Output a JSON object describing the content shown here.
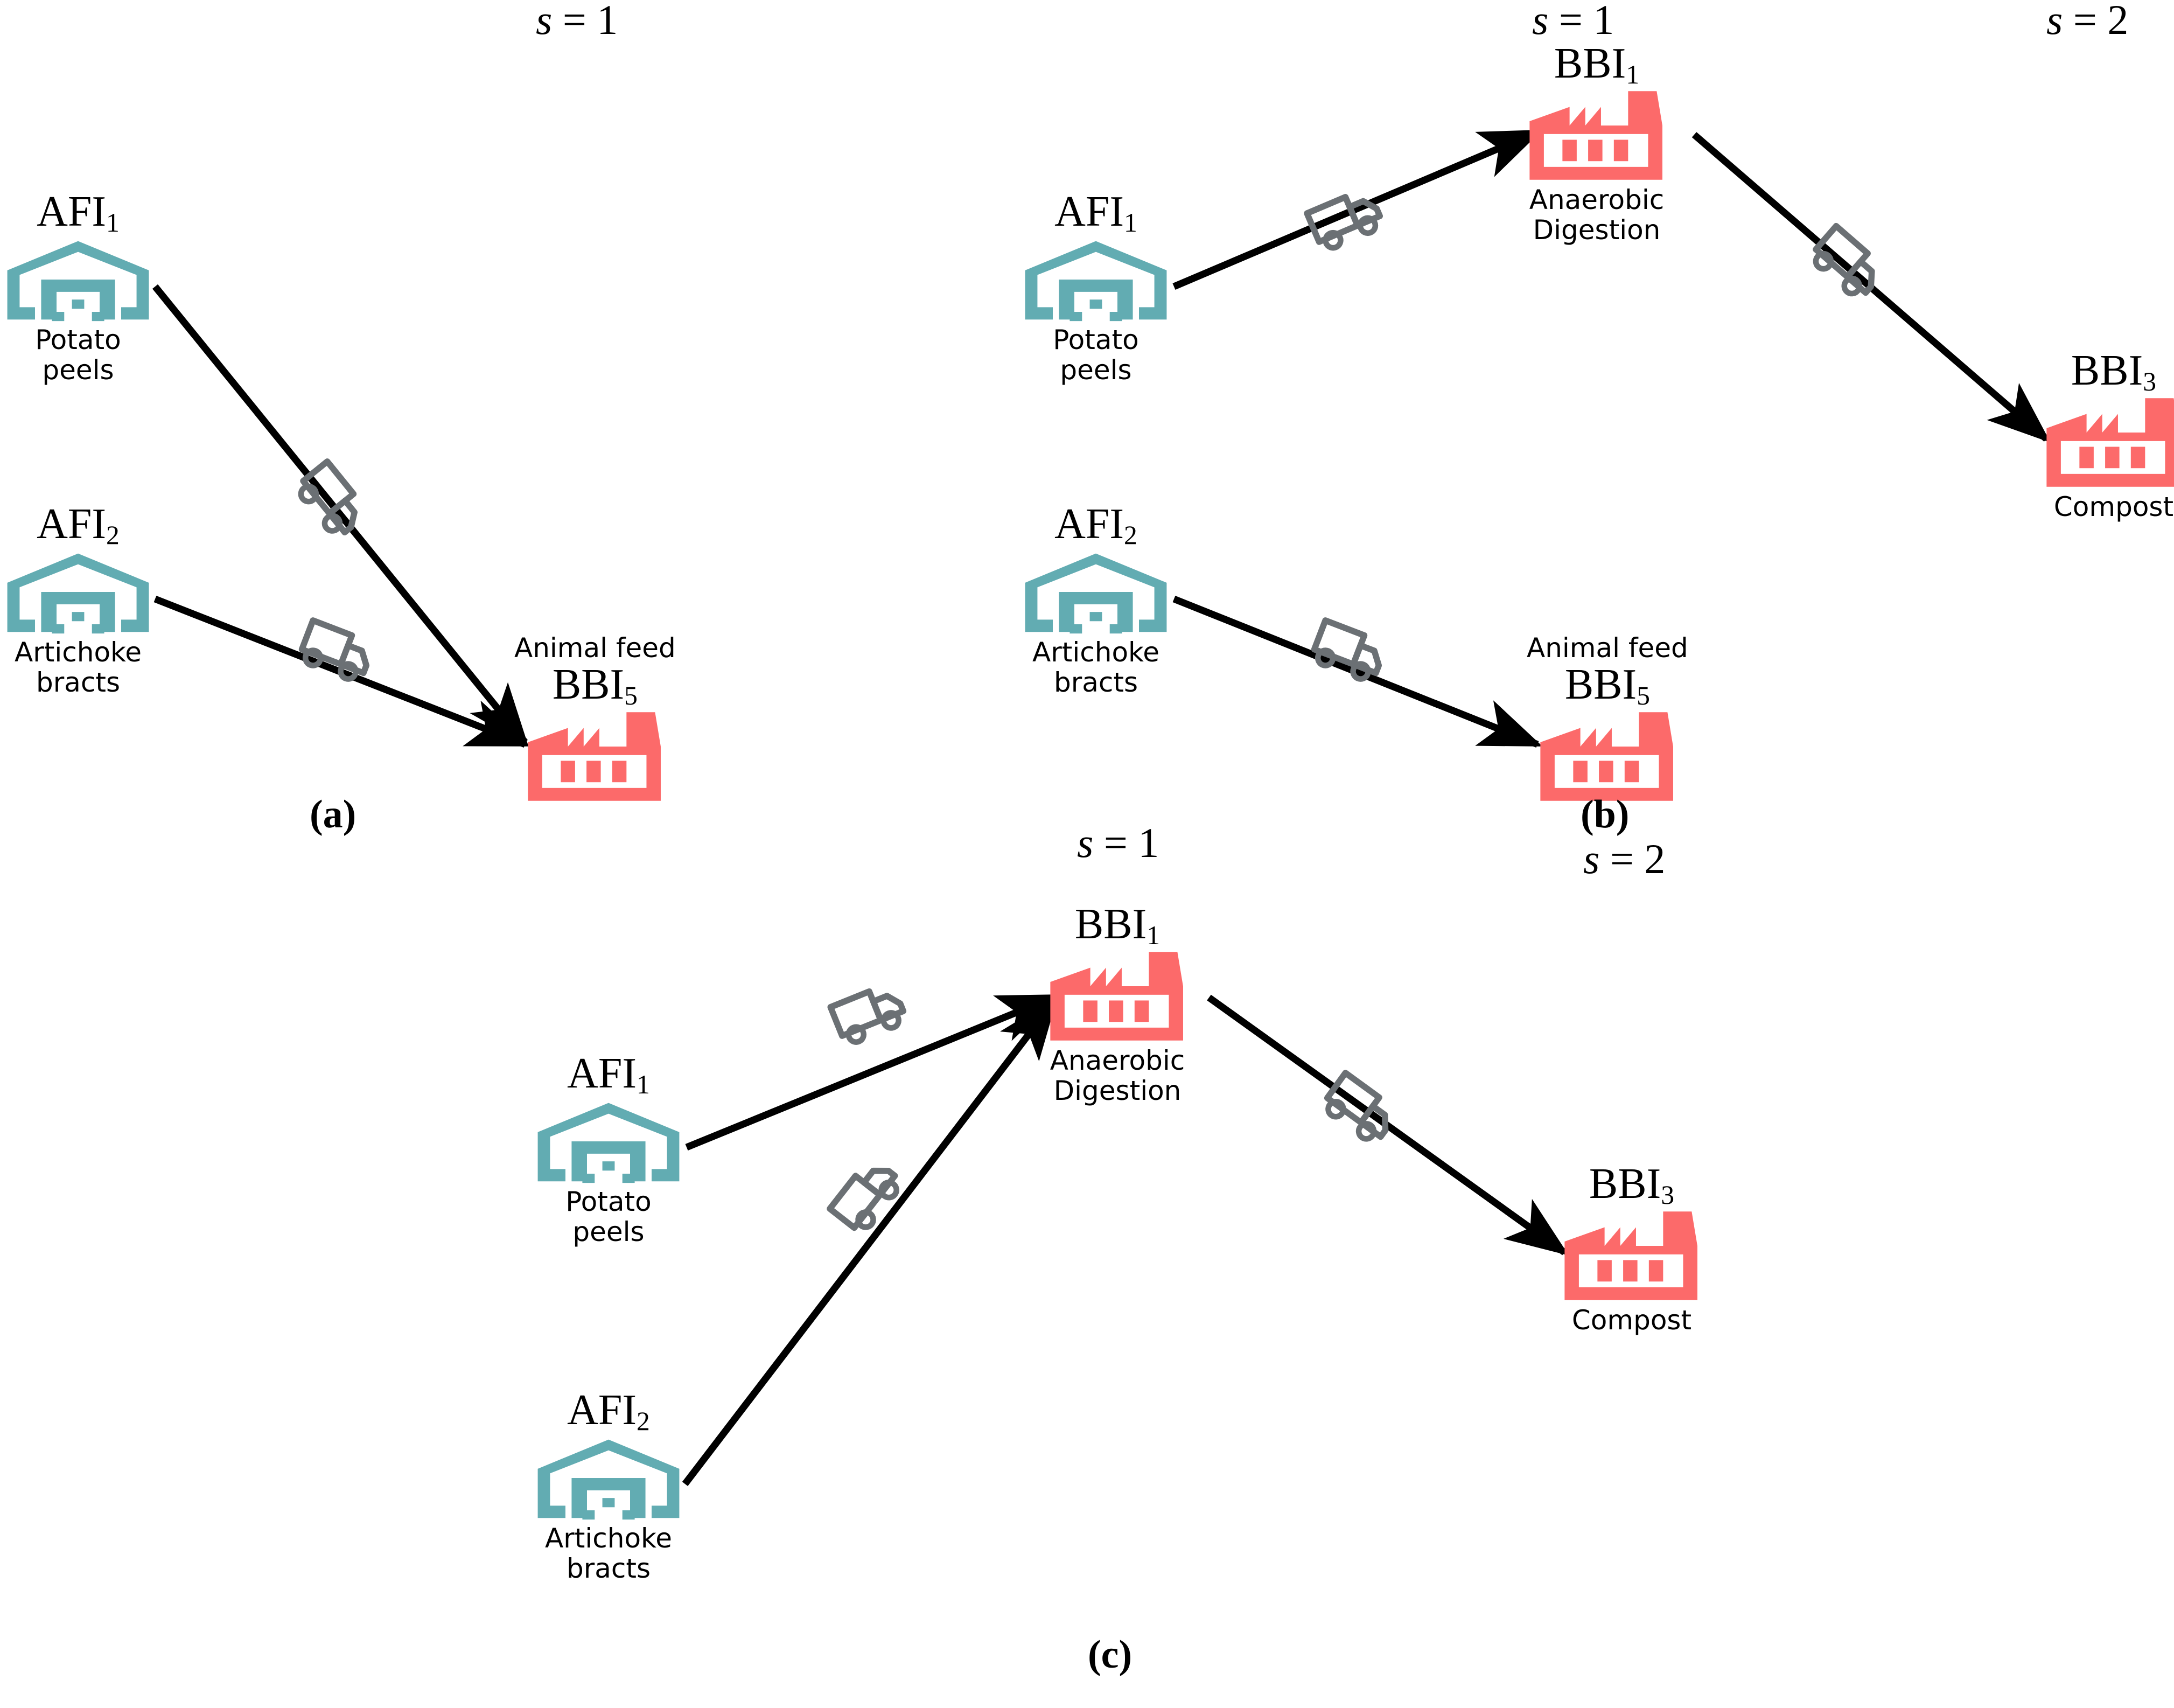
{
  "figure": {
    "colors": {
      "afi_teal": "#62ACB2",
      "bbi_coral": "#FC6A6A",
      "truck_gray": "#6B7074",
      "arrow_black": "#000000",
      "background": "#FFFFFF"
    },
    "panels": [
      {
        "key": "a",
        "label": "(a)",
        "stage_labels": [
          {
            "text": "s = 1"
          }
        ],
        "nodes": [
          {
            "id": "AFI",
            "sub": "1",
            "caption": "Potato\npeels",
            "icon": "warehouse-icon",
            "kind": "afi"
          },
          {
            "id": "AFI",
            "sub": "2",
            "caption": "Artichoke\nbracts",
            "icon": "warehouse-icon",
            "kind": "afi"
          },
          {
            "id": "BBI",
            "sub": "5",
            "caption_top": "Animal feed",
            "icon": "factory-icon",
            "kind": "bbi"
          }
        ],
        "edges": [
          {
            "from": "AFI1",
            "to": "BBI5",
            "vehicle": "truck-icon"
          },
          {
            "from": "AFI2",
            "to": "BBI5",
            "vehicle": "truck-icon"
          }
        ]
      },
      {
        "key": "b",
        "label": "(b)",
        "stage_labels": [
          {
            "text": "s = 1"
          },
          {
            "text": "s = 2"
          }
        ],
        "nodes": [
          {
            "id": "AFI",
            "sub": "1",
            "caption": "Potato\npeels",
            "icon": "warehouse-icon",
            "kind": "afi"
          },
          {
            "id": "AFI",
            "sub": "2",
            "caption": "Artichoke\nbracts",
            "icon": "warehouse-icon",
            "kind": "afi"
          },
          {
            "id": "BBI",
            "sub": "1",
            "caption": "Anaerobic\nDigestion",
            "icon": "factory-icon",
            "kind": "bbi"
          },
          {
            "id": "BBI",
            "sub": "3",
            "caption": "Compost",
            "icon": "factory-icon",
            "kind": "bbi"
          },
          {
            "id": "BBI",
            "sub": "5",
            "caption_top": "Animal feed",
            "icon": "factory-icon",
            "kind": "bbi"
          }
        ],
        "edges": [
          {
            "from": "AFI1",
            "to": "BBI1",
            "vehicle": "truck-icon"
          },
          {
            "from": "BBI1",
            "to": "BBI3",
            "vehicle": "truck-icon"
          },
          {
            "from": "AFI2",
            "to": "BBI5",
            "vehicle": "truck-icon"
          }
        ]
      },
      {
        "key": "c",
        "label": "(c)",
        "stage_labels": [
          {
            "text": "s = 1"
          },
          {
            "text": "s = 2"
          }
        ],
        "nodes": [
          {
            "id": "AFI",
            "sub": "1",
            "caption": "Potato\npeels",
            "icon": "warehouse-icon",
            "kind": "afi"
          },
          {
            "id": "AFI",
            "sub": "2",
            "caption": "Artichoke\nbracts",
            "icon": "warehouse-icon",
            "kind": "afi"
          },
          {
            "id": "BBI",
            "sub": "1",
            "caption": "Anaerobic\nDigestion",
            "icon": "factory-icon",
            "kind": "bbi"
          },
          {
            "id": "BBI",
            "sub": "3",
            "caption": "Compost",
            "icon": "factory-icon",
            "kind": "bbi"
          }
        ],
        "edges": [
          {
            "from": "AFI1",
            "to": "BBI1",
            "vehicle": "truck-icon"
          },
          {
            "from": "AFI2",
            "to": "BBI1",
            "vehicle": "truck-icon"
          },
          {
            "from": "BBI1",
            "to": "BBI3",
            "vehicle": "truck-icon"
          }
        ]
      }
    ]
  },
  "text": {
    "s1": "s = 1",
    "s2": "s = 2",
    "s_var": "s",
    "eq": " = ",
    "one": "1",
    "two": "2",
    "afi": "AFI",
    "bbi": "BBI",
    "potato_peels_l1": "Potato",
    "potato_peels_l2": "peels",
    "artichoke_l1": "Artichoke",
    "artichoke_l2": "bracts",
    "anaerobic_l1": "Anaerobic",
    "anaerobic_l2": "Digestion",
    "compost": "Compost",
    "animal_feed": "Animal feed",
    "label_a": "(a)",
    "label_b": "(b)",
    "label_c": "(c)",
    "sub1": "1",
    "sub2": "2",
    "sub3": "3",
    "sub5": "5"
  }
}
